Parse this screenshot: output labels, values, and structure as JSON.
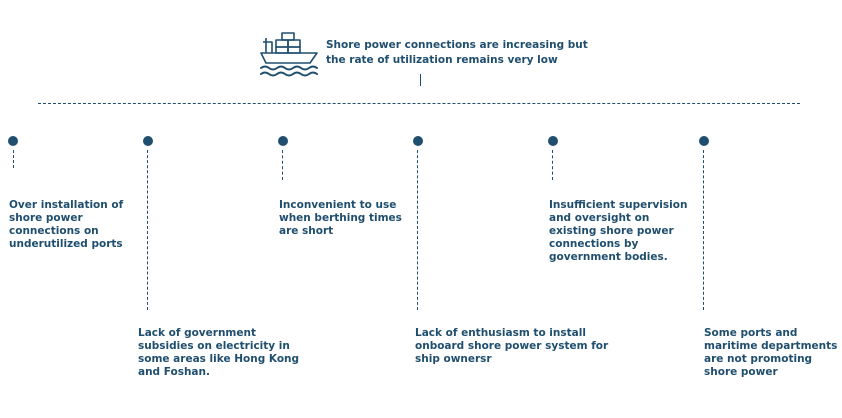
{
  "header": {
    "title_lines": [
      "Shore power connections are increasing but",
      "the rate of utilization remains very low"
    ]
  },
  "factors": [
    {
      "lines": [
        "Over installation of",
        "shore power",
        "connections on",
        "underutilized ports"
      ]
    },
    {
      "lines": [
        "Lack of government",
        "subsidies on electricity in",
        "some areas like Hong Kong",
        "and Foshan."
      ]
    },
    {
      "lines": [
        "Inconvenient to use",
        "when berthing times",
        "are short"
      ]
    },
    {
      "lines": [
        "Lack of enthusiasm to install",
        "onboard shore power system for",
        "ship ownersr"
      ]
    },
    {
      "lines": [
        "Insufficient supervision",
        "and oversight on",
        "existing shore power",
        "connections by",
        "government bodies."
      ]
    },
    {
      "lines": [
        "Some ports and",
        "maritime departments",
        "are not promoting",
        "shore power"
      ]
    }
  ],
  "colors": {
    "primary": "#1f4e6e",
    "background": "#ffffff"
  },
  "icons": {
    "header": "container-ship-icon"
  }
}
